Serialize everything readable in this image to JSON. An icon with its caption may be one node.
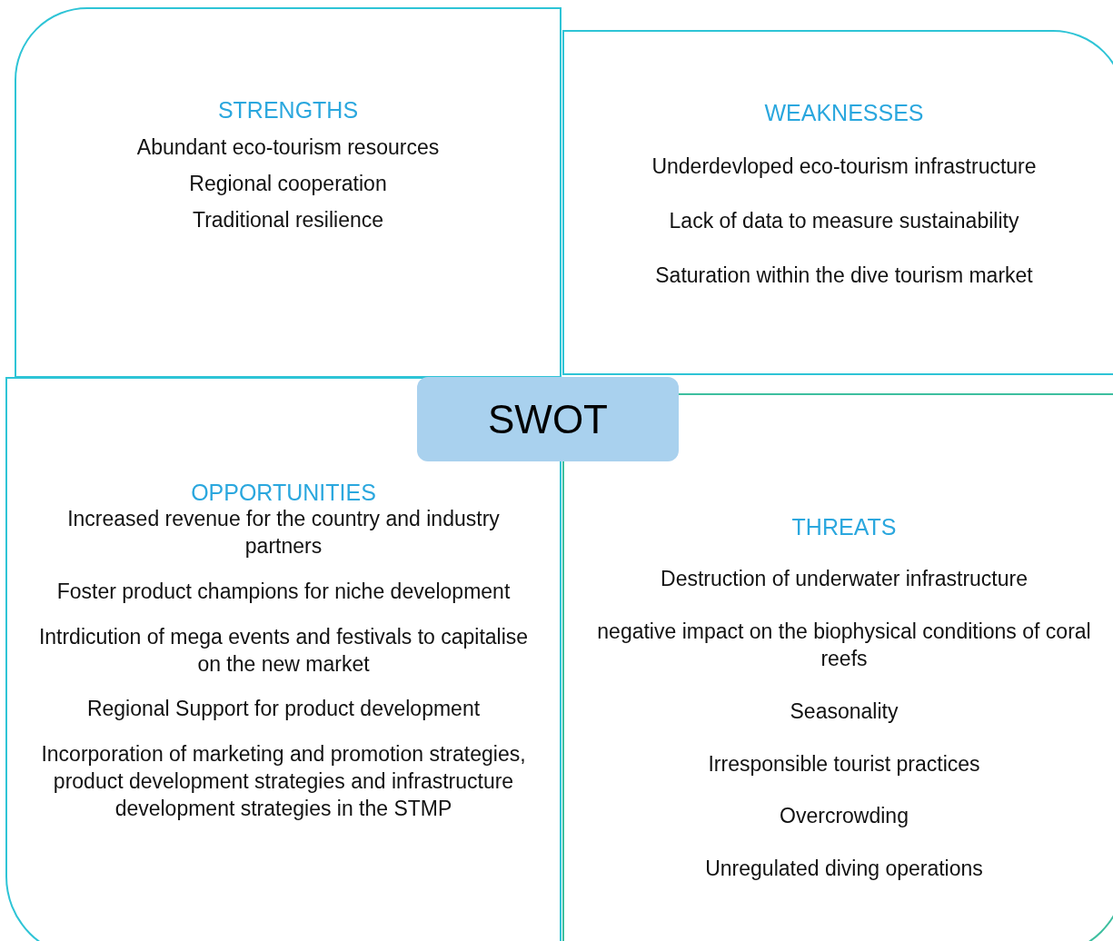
{
  "diagram": {
    "nodes": [
      {
        "text": [
          "STRENGTHS",
          "Abundant eco-tourism resources",
          "Regional cooperation",
          "Traditional resilience"
        ]
      },
      {
        "text": [
          "WEAKNESSES",
          "Underdevloped eco-tourism infrastructure",
          "Lack of data to measure sustainability",
          "Saturation within the dive tourism market"
        ]
      },
      {
        "text": [
          "SWOT"
        ]
      },
      {
        "text": [
          "OPPORTUNITIES",
          "Increased revenue for the country and industry partners",
          "Foster product champions for niche development",
          "Intrdicution of mega events and festivals to capitalise on the new market",
          "Regional Support for product development",
          "Incorporation of marketing and promotion strategies, product development strategies and infrastructure development strategies in the STMP"
        ]
      },
      {
        "text": [
          "THREATS",
          "Destruction of underwater infrastructure",
          "negative impact on the biophysical conditions of coral reefs",
          "Seasonality",
          "Irresponsible tourist practices",
          "Overcrowding",
          "Unregulated diving operations"
        ]
      }
    ],
    "edges": []
  }
}
